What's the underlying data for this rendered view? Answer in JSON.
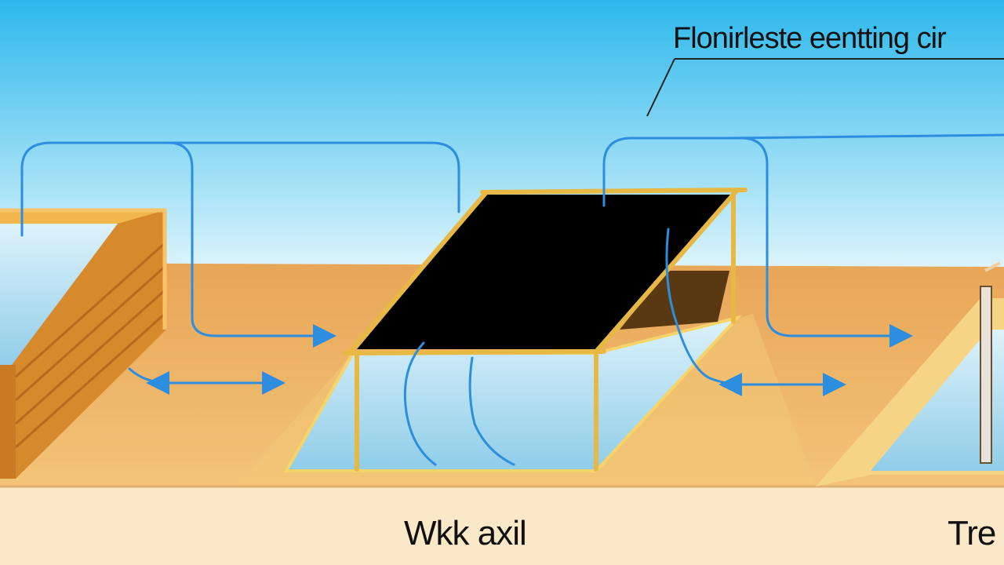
{
  "diagram": {
    "title": "Flonirleste eentting cir",
    "labels": {
      "center": "Wkk axil",
      "right": "Tre"
    }
  },
  "colors": {
    "sky_top": "#2cb8ec",
    "sky_bottom": "#e6f7fc",
    "ground": "#e7ab5a",
    "ground_light": "#f3c777",
    "base_strip": "#fbe8c8",
    "wood": "#d98b2b",
    "frame": "#f0c75a",
    "panel": "#000000",
    "water": "#bfe2f0",
    "flow_line": "#2d8ee0"
  }
}
